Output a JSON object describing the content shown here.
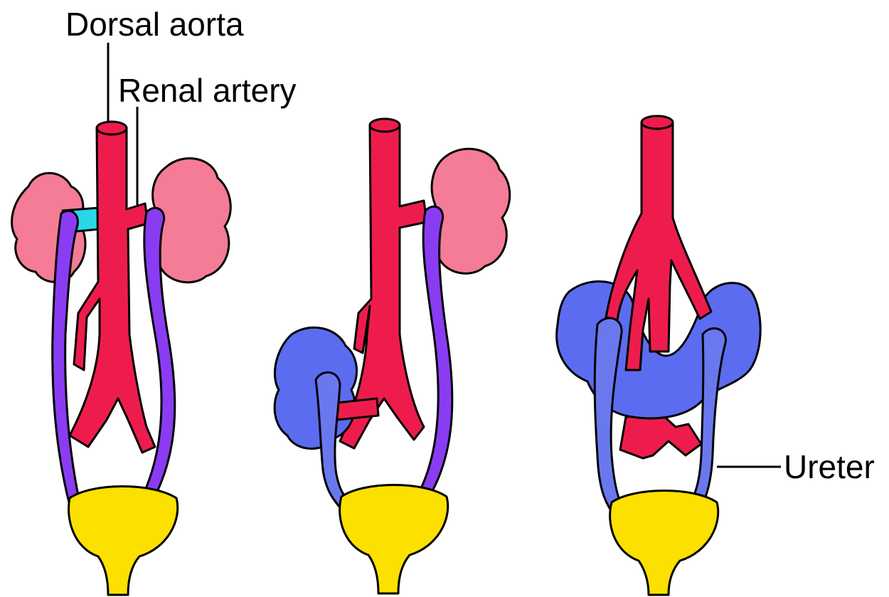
{
  "labels": {
    "dorsal_aorta": "Dorsal aorta",
    "renal_artery": "Renal artery",
    "ureter": "Ureter"
  },
  "colors": {
    "aorta": "#ee1c4d",
    "kidney_normal": "#f47c96",
    "kidney_anomaly": "#5c6cf0",
    "ureter_left_panels": "#8a3cf2",
    "ureter_right_panel": "#6a78ee",
    "renal_vein_highlight": "#28d8e6",
    "bladder": "#fbe000"
  },
  "panels": [
    {
      "name": "normal-kidneys"
    },
    {
      "name": "pelvic-kidney"
    },
    {
      "name": "horseshoe-kidney"
    }
  ]
}
